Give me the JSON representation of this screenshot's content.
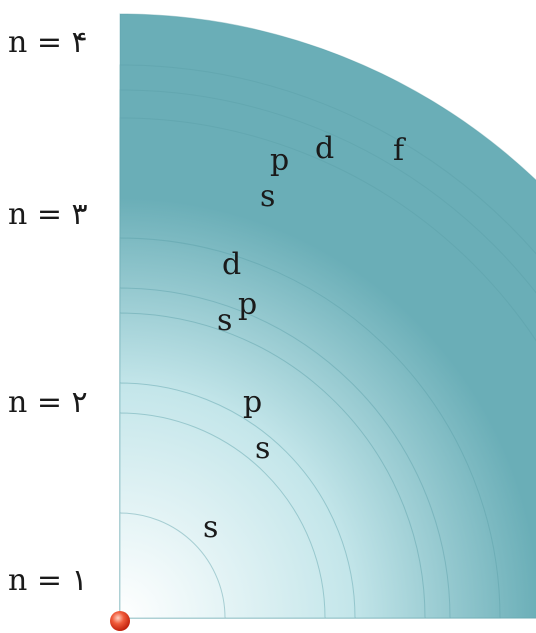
{
  "levels": [
    {
      "label": "n = ۴"
    },
    {
      "label": "n = ۳"
    },
    {
      "label": "n = ۲"
    },
    {
      "label": "n = ۱"
    }
  ],
  "sublevels": {
    "n1_s": "s",
    "n2_s": "s",
    "n2_p": "p",
    "n3_s": "s",
    "n3_p": "p",
    "n3_d": "d",
    "n4_s": "s",
    "n4_p": "p",
    "n4_d": "d",
    "n4_f": "f"
  },
  "colors": {
    "shell_dark": "#6fb0b8",
    "shell_light": "#e8f6f7",
    "nucleus": "#e53a1f"
  }
}
